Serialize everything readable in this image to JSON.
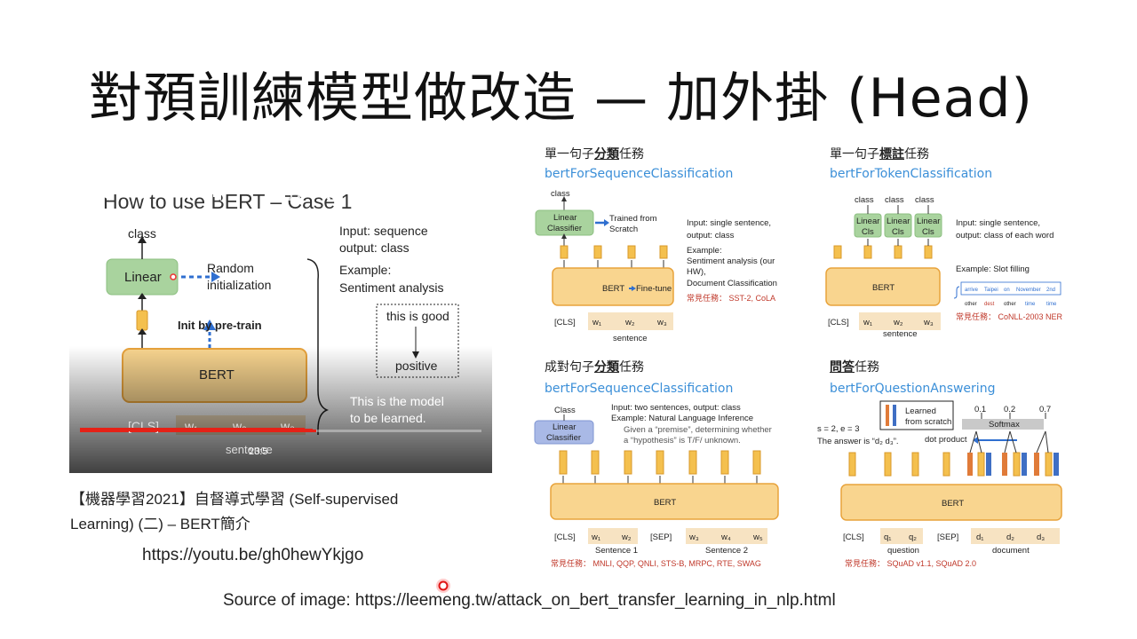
{
  "slide": {
    "title": "對預訓練模型做改造 — 加外掛 (Head)",
    "video_caption_line1": "【機器學習2021】自督導式學習 (Self-supervised",
    "video_caption_line2": "Learning) (二) – BERT簡介",
    "video_link": "https://youtu.be/gh0hewYkjgo",
    "source": "Source of image: https://leemeng.tw/attack_on_bert_transfer_learning_in_nlp.html"
  },
  "video": {
    "title": "How to use BERT – Case 1",
    "class_label": "class",
    "linear_label": "Linear",
    "random_init": "Random",
    "random_init2": "initialization",
    "init_pretrain": "Init by pre-train",
    "bert_label": "BERT",
    "input_line": "Input:  sequence",
    "output_line": "output: class",
    "example": "Example:",
    "example_task": "Sentiment analysis",
    "box_text": "this is good",
    "box_result": "positive",
    "model_note1": "This is the model",
    "model_note2": "to be learned.",
    "tokens": [
      "[CLS]",
      "w₁",
      "w₂",
      "w₃"
    ],
    "subtitle_partial": "sentence",
    "time": "23:5",
    "controls": [
      "previous-icon",
      "play-icon",
      "next-icon",
      "volume-icon",
      "subtitles-icon",
      "settings-icon",
      "miniplayer-icon",
      "theater-icon",
      "fullscreen-icon"
    ]
  },
  "panels": {
    "p1": {
      "heading_pre": "單一句子",
      "heading_bold": "分類",
      "heading_post": "任務",
      "cls_name": "bertForSequenceClassification",
      "class": "class",
      "linear1": "Linear",
      "linear2": "Classifier",
      "trained1": "Trained from",
      "trained2": "Scratch",
      "bert": "BERT",
      "finetune": "Fine-tune",
      "info1": "Input: single sentence,",
      "info2": "output: class",
      "ex1": "Example:",
      "ex2": "Sentiment analysis (our",
      "ex3": "HW),",
      "ex4": "Document Classification",
      "common": "常見任務： SST-2, CoLA",
      "tokens": [
        "[CLS]",
        "w₁",
        "w₂",
        "w₃"
      ],
      "sentence": "sentence"
    },
    "p2": {
      "heading_pre": "單一句子",
      "heading_bold": "標註",
      "heading_post": "任務",
      "cls_name": "bertForTokenClassification",
      "classes": [
        "class",
        "class",
        "class"
      ],
      "lin": "Linear",
      "cls": "Cls",
      "bert": "BERT",
      "info1": "Input: single sentence,",
      "info2": "output: class of each word",
      "slot": "Example: Slot filling",
      "slot_words": [
        "arrive",
        "Taipei",
        "on",
        "November",
        "2nd"
      ],
      "slot_tags": [
        "other",
        "dest",
        "other",
        "time",
        "time"
      ],
      "common": "常見任務： CoNLL-2003 NER",
      "tokens": [
        "[CLS]",
        "w₁",
        "w₂",
        "w₃"
      ],
      "sentence": "sentence"
    },
    "p3": {
      "heading_pre": "成對句子",
      "heading_bold": "分類",
      "heading_post": "任務",
      "cls_name": "bertForSequenceClassification",
      "class": "Class",
      "linear1": "Linear",
      "linear2": "Classifier",
      "info1": "Input: two sentences, output: class",
      "info2": "Example: Natural Language Inference",
      "info3": "Given a “premise”, determining whether",
      "info4": "a “hypothesis” is T/F/ unknown.",
      "bert": "BERT",
      "tokens": [
        "[CLS]",
        "w₁",
        "w₂",
        "[SEP]",
        "w₃",
        "w₄",
        "w₅"
      ],
      "s1": "Sentence 1",
      "s2": "Sentence 2",
      "common": "常見任務： MNLI, QQP, QNLI, STS-B, MRPC, RTE, SWAG"
    },
    "p4": {
      "heading_pre": "",
      "heading_bold": "問答",
      "heading_post": "任務",
      "cls_name": "bertForQuestionAnswering",
      "learned1": "Learned",
      "learned2": "from scratch",
      "probs": [
        "0.1",
        "0.2",
        "0.7"
      ],
      "softmax": "Softmax",
      "se": "s = 2, e = 3",
      "answer": "The answer is “d₂ d₃”.",
      "dot": "dot product",
      "bert": "BERT",
      "tokens": [
        "[CLS]",
        "q₁",
        "q₂",
        "[SEP]",
        "d₁",
        "d₂",
        "d₃"
      ],
      "question": "question",
      "document": "document",
      "common": "常見任務： SQuAD v1.1, SQuAD 2.0"
    }
  },
  "colors": {
    "bert_fill": "#f9d58f",
    "bert_stroke": "#e8a33c",
    "linear_fill": "#a9d39e",
    "link_blue": "#3b8fd8",
    "red_common": "#c0392b",
    "learned_blue": "#3f6fc4",
    "learned_orange": "#e07b39"
  }
}
